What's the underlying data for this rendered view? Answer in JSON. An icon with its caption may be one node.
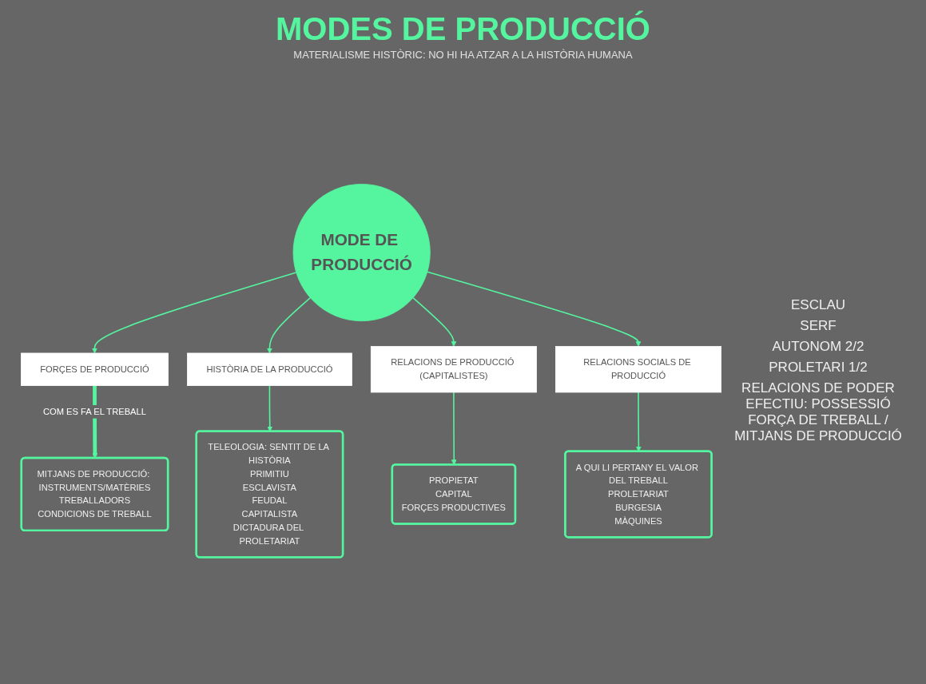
{
  "diagram": {
    "title": "MODES DE PRODUCCIÓ",
    "nodes": [
      {
        "text": [
          "MODE DE PRODUCCIÓ"
        ]
      },
      {
        "text": [
          "FORÇES DE PRODUCCIÓ"
        ]
      },
      {
        "text": [
          "MITJANS DE PRODUCCIÓ: INSTRUMENTS/MATÈRIES",
          "TREBALLADORS",
          "CONDICIONS DE TREBALL"
        ]
      },
      {
        "text": [
          "TELEOLOGIA: SENTIT DE LA HISTÒRIA",
          "PRIMITIU",
          "ESCLAVISTA",
          "FEUDAL",
          "CAPITALISTA",
          "DICTADURA DEL PROLETARIAT"
        ]
      },
      {
        "text": [
          "HISTÒRIA DE LA PRODUCCIÓ"
        ]
      },
      {
        "text": [
          "RELACIONS DE PRODUCCIÓ (CAPITALISTES)"
        ]
      },
      {
        "text": [
          "PROPIETAT",
          "CAPITAL",
          "FORÇES PRODUCTIVES"
        ]
      },
      {
        "text": [
          "RELACIONS SOCIALS DE PRODUCCIÓ"
        ]
      },
      {
        "text": [
          "A QUI LI PERTANY EL VALOR DEL TREBALL",
          "PROLETARIAT",
          "BURGESIA",
          "MÀQUINES"
        ]
      }
    ],
    "edges": [
      {
        "from": 0,
        "to": 1,
        "arrow": "to"
      },
      {
        "from": 1,
        "to": 2,
        "arrow": "to",
        "label": "COM ES FA EL TREBALL",
        "style": "thick"
      },
      {
        "from": 0,
        "to": 4,
        "arrow": "to"
      },
      {
        "from": 4,
        "to": 3,
        "arrow": "to"
      },
      {
        "from": 0,
        "to": 5,
        "arrow": "to"
      },
      {
        "from": 5,
        "to": 6,
        "arrow": "to"
      },
      {
        "from": 0,
        "to": 7,
        "arrow": "to"
      },
      {
        "from": 7,
        "to": 8,
        "arrow": "to"
      }
    ],
    "labels": [
      "MATERIALISME HISTÒRIC: NO HI HA ATZAR A LA HISTÒRIA HUMANA",
      "ESCLAU",
      "SERF",
      "AUTONOM 2/2",
      "PROLETARI 1/2",
      "RELACIONS DE PODER EFECTIU: POSSESSIÓ FORÇA DE TREBALL / MITJANS DE PRODUCCIÓ"
    ]
  }
}
